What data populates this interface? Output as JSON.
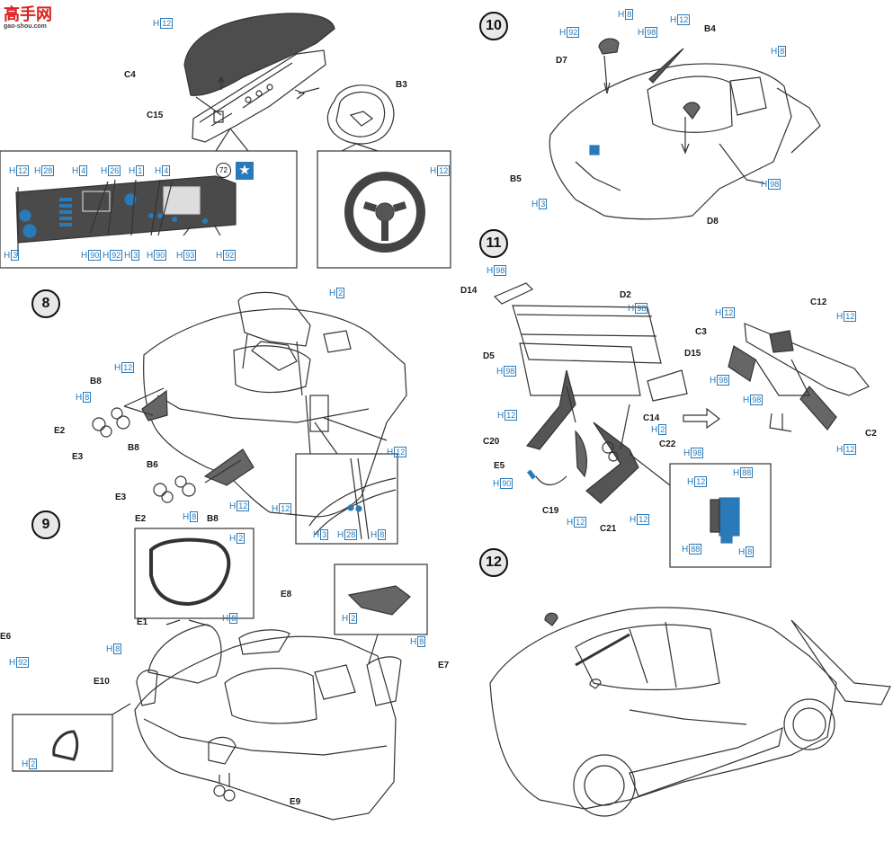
{
  "watermark": {
    "main": "高手网",
    "sub": "gao-shou.com"
  },
  "steps": {
    "s8": "8",
    "s9": "9",
    "s10": "10",
    "s11": "11",
    "s12": "12"
  },
  "colors": {
    "blue": "#2a7ab8",
    "dark_part": "#555555",
    "line": "#333333"
  },
  "icons": [
    "star-icon"
  ],
  "ref_badge": "72",
  "part_labels": {
    "C4": "C4",
    "C15": "C15",
    "B3": "B3",
    "B8a": "B8",
    "B8b": "B8",
    "B8c": "B8",
    "B6": "B6",
    "E2a": "E2",
    "E2b": "E2",
    "E3a": "E3",
    "E3b": "E3",
    "E1": "E1",
    "E8": "E8",
    "E7": "E7",
    "E10": "E10",
    "E9": "E9",
    "E6": "E6",
    "D7": "D7",
    "B4": "B4",
    "B5": "B5",
    "D8": "D8",
    "D14": "D14",
    "D2": "D2",
    "D5": "D5",
    "D15": "D15",
    "C14": "C14",
    "C20": "C20",
    "C22": "C22",
    "E5": "E5",
    "C19": "C19",
    "C21": "C21",
    "C12": "C12",
    "C3": "C3",
    "C2": "C2"
  },
  "color_codes": {
    "H": "H",
    "c1": "12",
    "c2": "12",
    "c3": "28",
    "c4": "4",
    "c5": "26",
    "c6": "1",
    "c7": "4",
    "c8": "3",
    "c9": "90",
    "c10": "92",
    "c11": "3",
    "c12": "90",
    "c13": "93",
    "c14": "92",
    "c15": "12",
    "c16": "2",
    "c17": "12",
    "c18": "8",
    "c19": "12",
    "c20": "8",
    "c21": "12",
    "c22": "12",
    "c23": "3",
    "c24": "28",
    "c25": "8",
    "c26": "2",
    "c27": "8",
    "c28": "8",
    "c29": "2",
    "c30": "8",
    "c31": "92",
    "c32": "2",
    "c33": "8",
    "c34": "12",
    "c35": "92",
    "c36": "98",
    "c37": "8",
    "c38": "98",
    "c39": "3",
    "c40": "98",
    "c41": "98",
    "c42": "98",
    "c43": "98",
    "c44": "12",
    "c45": "2",
    "c46": "98",
    "c47": "90",
    "c48": "12",
    "c49": "12",
    "c50": "12",
    "c51": "12",
    "c52": "12",
    "c53": "88",
    "c54": "88",
    "c55": "8",
    "c56": "98"
  }
}
